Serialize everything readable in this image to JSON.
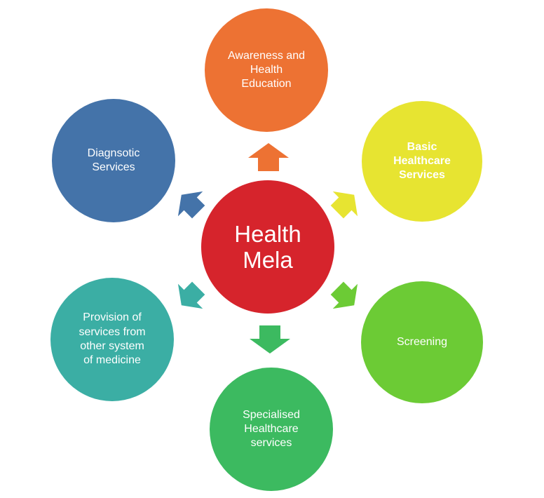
{
  "diagram": {
    "background": "#FFFFFF",
    "text_color": "#FFFFFF",
    "center": {
      "id": "health-mela",
      "label": "Health\nMela",
      "color": "#D6242C"
    },
    "nodes": [
      {
        "id": "awareness-health-education",
        "label": "Awareness and\nHealth\nEducation",
        "color": "#ED7233",
        "position": "top",
        "bold": false
      },
      {
        "id": "basic-healthcare-services",
        "label": "Basic\nHealthcare\nServices",
        "color": "#E7E431",
        "position": "top-right",
        "bold": true
      },
      {
        "id": "screening",
        "label": "Screening",
        "color": "#6CCB35",
        "position": "bottom-right",
        "bold": false
      },
      {
        "id": "specialised-healthcare-services",
        "label": "Specialised\nHealthcare\nservices",
        "color": "#3CBA60",
        "position": "bottom",
        "bold": false
      },
      {
        "id": "provision-other-system-medicine",
        "label": "Provision of\nservices from\nother system\nof medicine",
        "color": "#3BAEA4",
        "position": "bottom-left",
        "bold": false
      },
      {
        "id": "diagnostic-services",
        "label": "Diagnsotic\nServices",
        "color": "#4473A9",
        "position": "top-left",
        "bold": false
      }
    ],
    "arrows": [
      {
        "direction": "up",
        "color": "#ED7233"
      },
      {
        "direction": "up-right",
        "color": "#E7E431"
      },
      {
        "direction": "down-right",
        "color": "#6CCB35"
      },
      {
        "direction": "down",
        "color": "#3CBA60"
      },
      {
        "direction": "down-left",
        "color": "#3BAEA4"
      },
      {
        "direction": "up-left",
        "color": "#4473A9"
      }
    ]
  }
}
